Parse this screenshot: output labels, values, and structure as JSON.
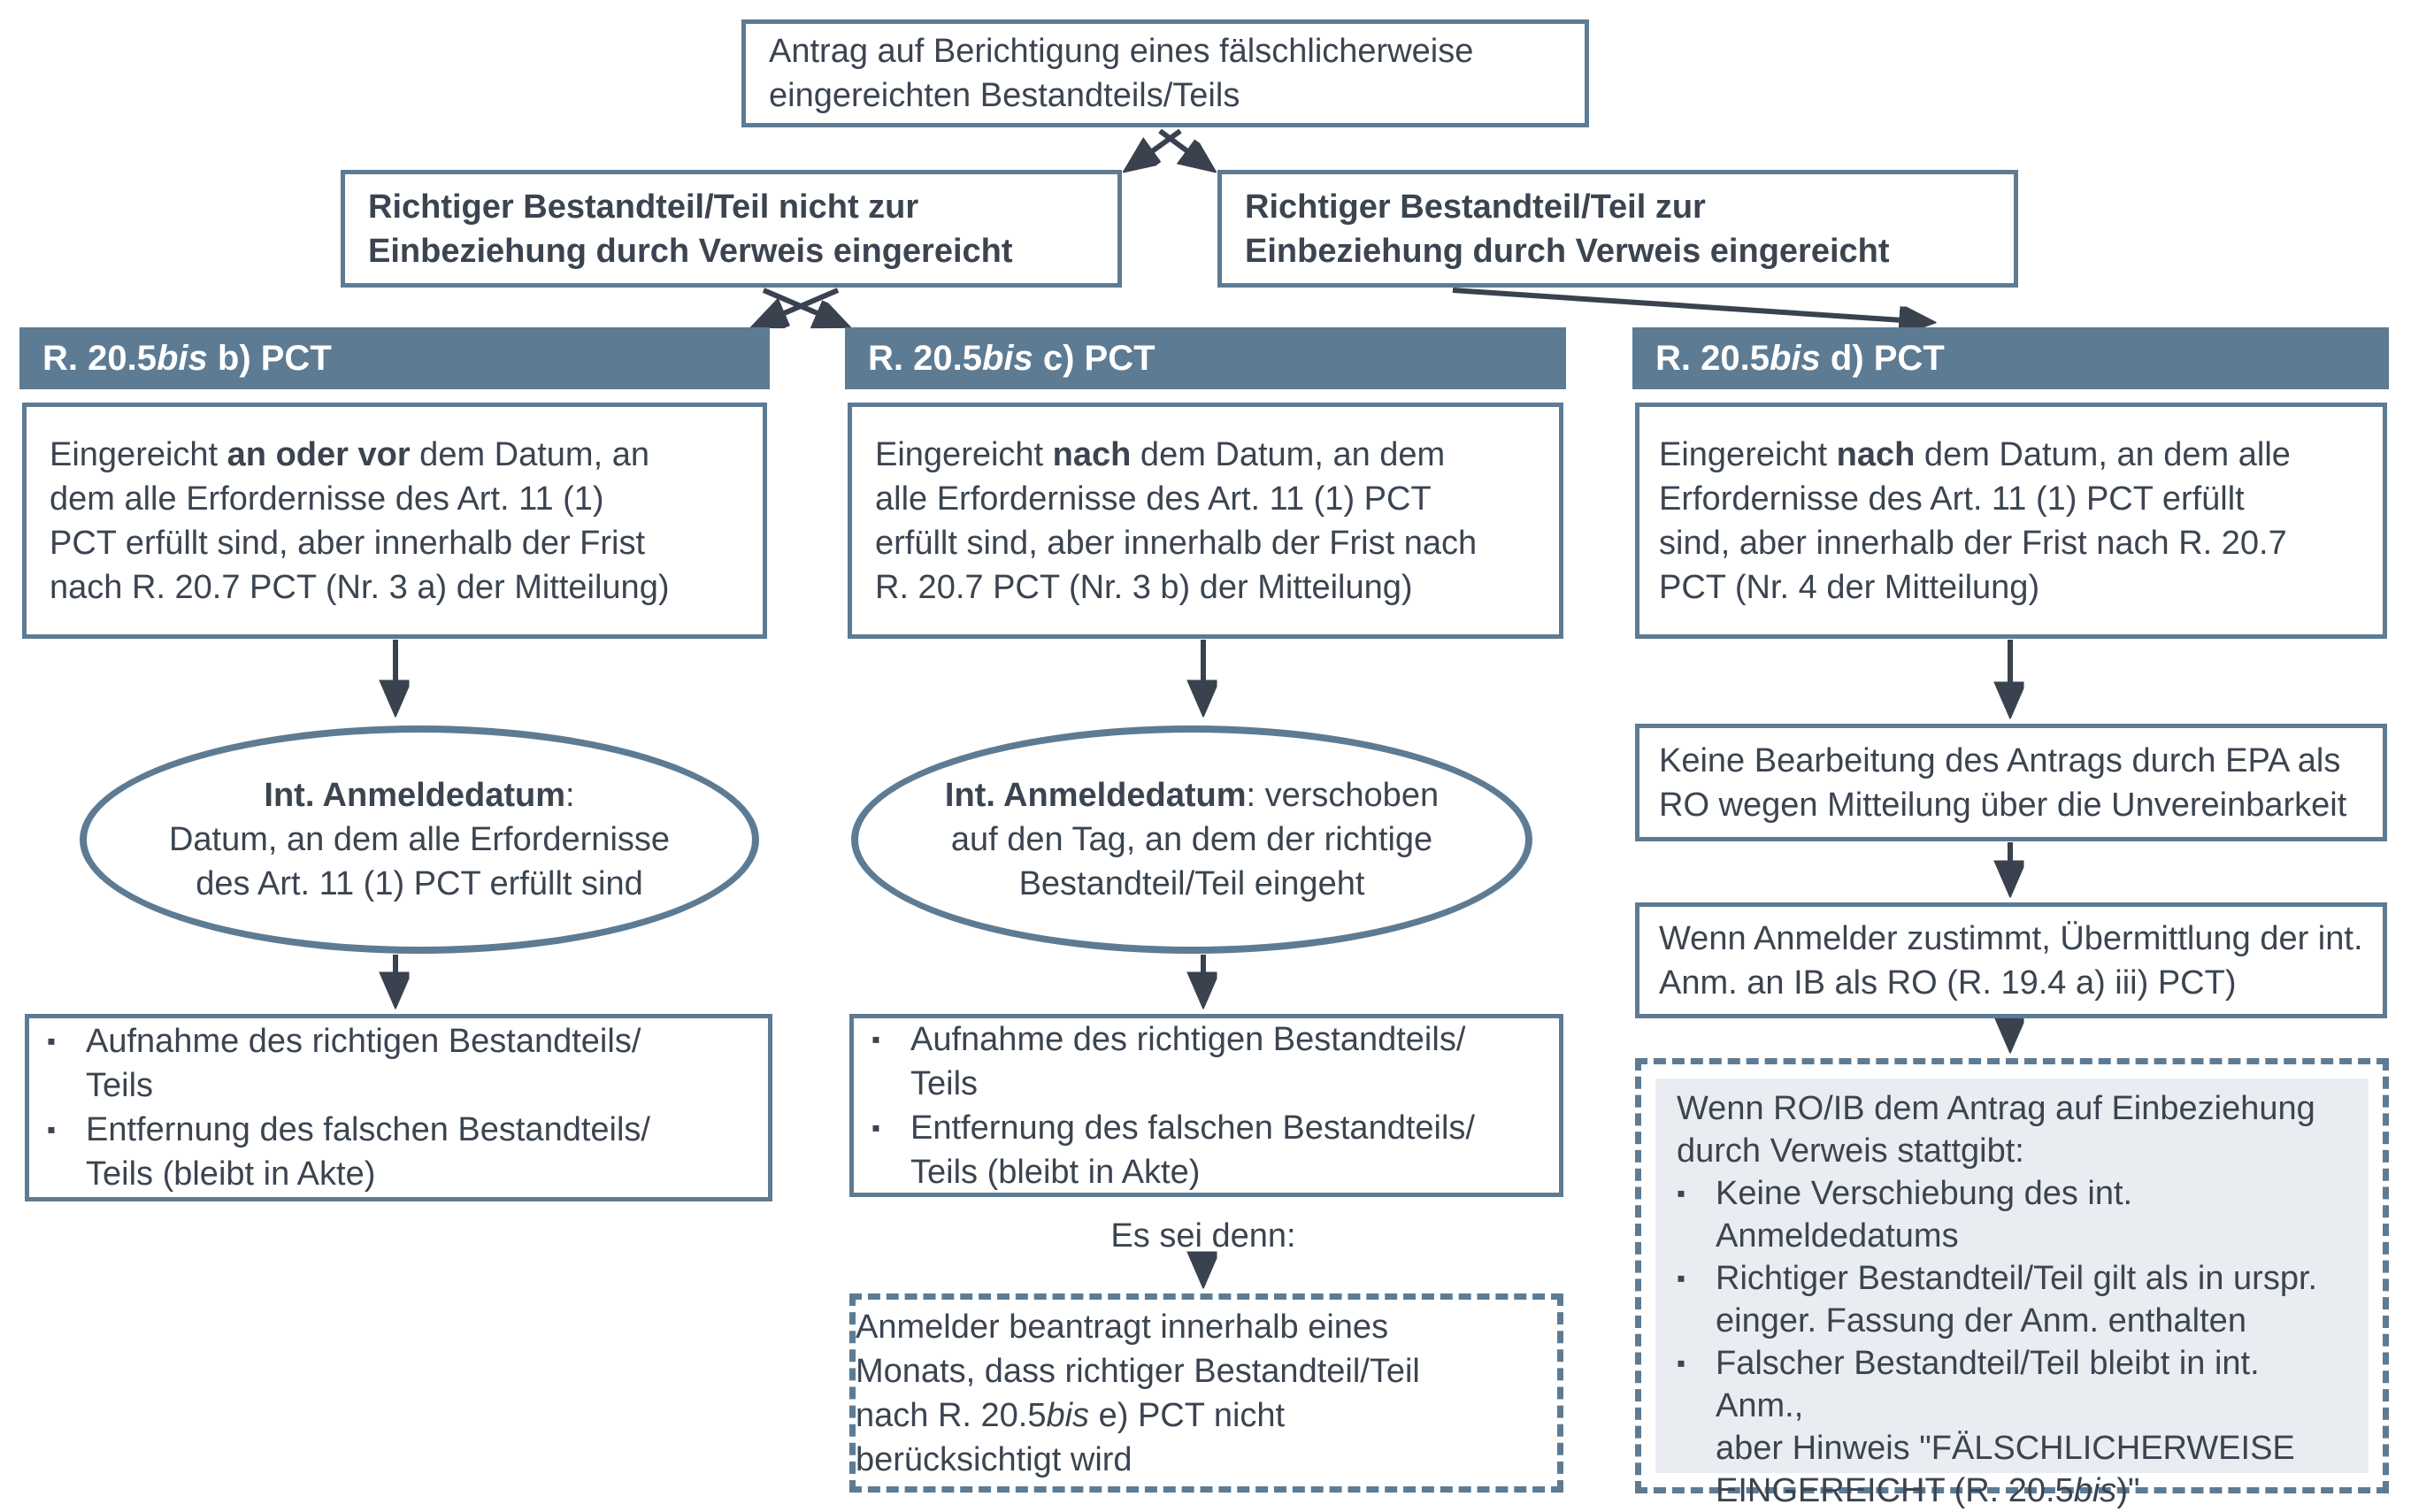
{
  "colors": {
    "slate": "#5d7b93",
    "text": "#3b4450",
    "arrow": "#39424e",
    "panel": "#e9edf2",
    "white": "#ffffff"
  },
  "root_box": {
    "segments": [
      {
        "t": "Antrag auf Berichtigung eines fälschlicherweise"
      },
      {
        "br": true
      },
      {
        "t": "eingereichten Bestandteils/Teils"
      }
    ]
  },
  "branches": {
    "left": {
      "segments": [
        {
          "t": "Richtiger Bestandteil/Teil nicht zur"
        },
        {
          "br": true
        },
        {
          "t": "Einbeziehung durch Verweis eingereicht"
        }
      ]
    },
    "right": {
      "segments": [
        {
          "t": "Richtiger Bestandteil/Teil zur"
        },
        {
          "br": true
        },
        {
          "t": "Einbeziehung durch Verweis eingereicht"
        }
      ]
    }
  },
  "col1": {
    "header": {
      "segments": [
        {
          "t": "R. 20.5"
        },
        {
          "t": "bis",
          "i": true
        },
        {
          "t": " b) PCT"
        }
      ]
    },
    "condition": {
      "segments": [
        {
          "t": "Eingereicht "
        },
        {
          "t": "an oder vor",
          "b": true
        },
        {
          "t": " dem Datum, an"
        },
        {
          "br": true
        },
        {
          "t": "dem alle Erfordernisse des Art. 11 (1)"
        },
        {
          "br": true
        },
        {
          "t": "PCT erfüllt sind, aber innerhalb der Frist"
        },
        {
          "br": true
        },
        {
          "t": "nach R. 20.7 PCT (Nr. 3 a) der Mitteilung)"
        }
      ]
    },
    "ellipse": {
      "segments": [
        {
          "t": "Int. Anmeldedatum",
          "b": true
        },
        {
          "t": ":"
        },
        {
          "br": true
        },
        {
          "t": "Datum, an dem alle Erfordernisse"
        },
        {
          "br": true
        },
        {
          "t": "des Art. 11 (1) PCT erfüllt sind"
        }
      ]
    },
    "results": {
      "bullets": [
        [
          {
            "t": "Aufnahme des richtigen Bestandteils/"
          },
          {
            "br": true
          },
          {
            "t": "Teils"
          }
        ],
        [
          {
            "t": "Entfernung des falschen  Bestandteils/"
          },
          {
            "br": true
          },
          {
            "t": "Teils (bleibt in Akte)"
          }
        ]
      ]
    }
  },
  "col2": {
    "header": {
      "segments": [
        {
          "t": "R. 20.5"
        },
        {
          "t": "bis",
          "i": true
        },
        {
          "t": " c) PCT"
        }
      ]
    },
    "condition": {
      "segments": [
        {
          "t": "Eingereicht "
        },
        {
          "t": "nach",
          "b": true
        },
        {
          "t": " dem Datum, an dem"
        },
        {
          "br": true
        },
        {
          "t": "alle Erfordernisse des Art. 11 (1) PCT"
        },
        {
          "br": true
        },
        {
          "t": "erfüllt sind, aber innerhalb der Frist nach"
        },
        {
          "br": true
        },
        {
          "t": "R. 20.7 PCT (Nr. 3 b) der Mitteilung)"
        }
      ]
    },
    "ellipse": {
      "segments": [
        {
          "t": "Int. Anmeldedatum",
          "b": true
        },
        {
          "t": ": verschoben"
        },
        {
          "br": true
        },
        {
          "t": "auf den Tag, an dem der richtige"
        },
        {
          "br": true
        },
        {
          "t": "Bestandteil/Teil eingeht"
        }
      ]
    },
    "results": {
      "bullets": [
        [
          {
            "t": "Aufnahme des richtigen Bestandteils/"
          },
          {
            "br": true
          },
          {
            "t": "Teils"
          }
        ],
        [
          {
            "t": "Entfernung des falschen Bestandteils/"
          },
          {
            "br": true
          },
          {
            "t": "Teils (bleibt in Akte)"
          }
        ]
      ]
    },
    "unless_label": "Es sei denn:",
    "unless_box": {
      "segments": [
        {
          "t": "Anmelder beantragt innerhalb eines"
        },
        {
          "br": true
        },
        {
          "t": "Monats, dass richtiger Bestandteil/Teil"
        },
        {
          "br": true
        },
        {
          "t": "nach R. 20.5"
        },
        {
          "t": "bis",
          "i": true
        },
        {
          "t": " e) PCT nicht"
        },
        {
          "br": true
        },
        {
          "t": "berücksichtigt wird"
        }
      ]
    }
  },
  "col3": {
    "header": {
      "segments": [
        {
          "t": "R. 20.5"
        },
        {
          "t": "bis",
          "i": true
        },
        {
          "t": " d) PCT"
        }
      ]
    },
    "condition": {
      "segments": [
        {
          "t": "Eingereicht "
        },
        {
          "t": "nach",
          "b": true
        },
        {
          "t": " dem Datum, an dem alle"
        },
        {
          "br": true
        },
        {
          "t": "Erfordernisse des Art. 11 (1) PCT erfüllt"
        },
        {
          "br": true
        },
        {
          "t": "sind, aber innerhalb der Frist nach R. 20.7"
        },
        {
          "br": true
        },
        {
          "t": "PCT (Nr. 4 der Mitteilung)"
        }
      ]
    },
    "no_processing": {
      "segments": [
        {
          "t": "Keine Bearbeitung des Antrags durch EPA als"
        },
        {
          "br": true
        },
        {
          "t": "RO wegen Mitteilung über die Unvereinbarkeit"
        }
      ]
    },
    "transmittal": {
      "segments": [
        {
          "t": "Wenn Anmelder zustimmt, Übermittlung der int."
        },
        {
          "br": true
        },
        {
          "t": "Anm. an IB als RO (R. 19.4 a) iii) PCT)"
        }
      ]
    },
    "grant": {
      "intro": {
        "segments": [
          {
            "t": "Wenn RO/IB dem Antrag auf Einbeziehung"
          },
          {
            "br": true
          },
          {
            "t": "durch Verweis stattgibt:"
          }
        ]
      },
      "bullets": [
        [
          {
            "t": "Keine Verschiebung des int."
          },
          {
            "br": true
          },
          {
            "t": "Anmeldedatums"
          }
        ],
        [
          {
            "t": "Richtiger Bestandteil/Teil gilt als in urspr."
          },
          {
            "br": true
          },
          {
            "t": "einger. Fassung der Anm. enthalten"
          }
        ],
        [
          {
            "t": "Falscher Bestandteil/Teil bleibt in int. Anm.,"
          },
          {
            "br": true
          },
          {
            "t": "aber Hinweis \"FÄLSCHLICHERWEISE"
          },
          {
            "br": true
          },
          {
            "t": "EINGEREICHT (R. 20.5"
          },
          {
            "t": "bis",
            "i": true
          },
          {
            "t": ")\""
          }
        ]
      ]
    }
  }
}
